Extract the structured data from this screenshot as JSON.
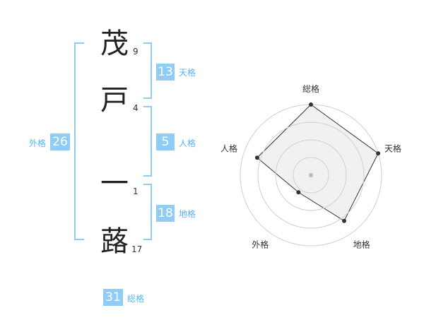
{
  "name": {
    "chars": [
      {
        "char": "茂",
        "strokes": "9"
      },
      {
        "char": "戸",
        "strokes": "4"
      },
      {
        "char": "一",
        "strokes": "1"
      },
      {
        "char": "蕗",
        "strokes": "17"
      }
    ]
  },
  "fortunes": {
    "tenkaku": {
      "value": "13",
      "label": "天格"
    },
    "jinkaku": {
      "value": "5",
      "label": "人格"
    },
    "chikaku": {
      "value": "18",
      "label": "地格"
    },
    "gaikaku": {
      "value": "26",
      "label": "外格"
    },
    "soukaku": {
      "value": "31",
      "label": "総格"
    }
  },
  "chart_data": {
    "type": "radar",
    "axes": [
      "総格",
      "天格",
      "地格",
      "外格",
      "人格"
    ],
    "values": [
      5,
      5,
      4,
      1.5,
      4
    ],
    "range": [
      0,
      5
    ],
    "rings": 4,
    "colors": {
      "fill": "#eeeeee",
      "line": "#333333",
      "ring": "#d0d0d0",
      "center": "#bbbbbb"
    }
  },
  "colors": {
    "accent": "#8fcdf7",
    "accent_text": "#56b6ef"
  }
}
